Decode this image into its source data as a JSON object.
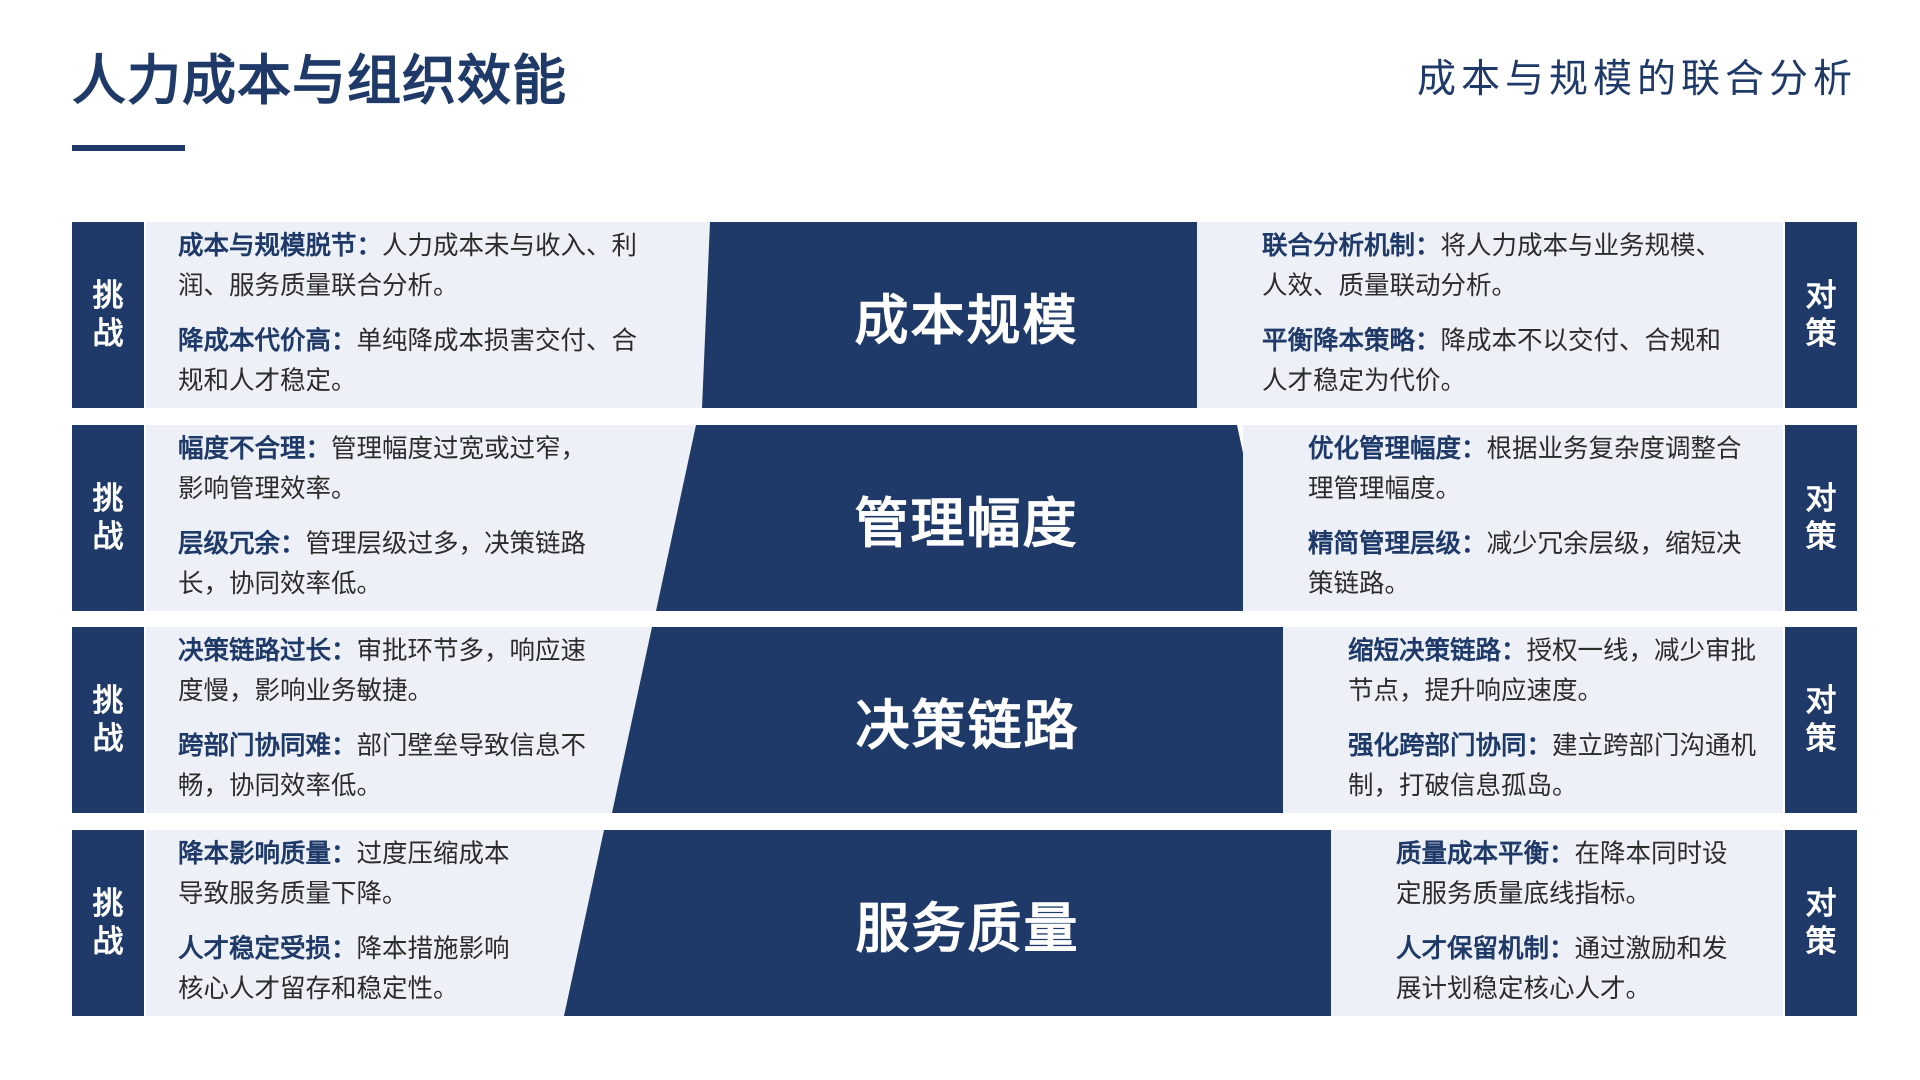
{
  "header": {
    "title": "人力成本与组织效能",
    "subtitle": "成本与规模的联合分析"
  },
  "colors": {
    "primary": "#1f3a68",
    "panel": "#edf1f7",
    "accent_text": "#1f3a68"
  },
  "rows": [
    {
      "center": "成本规模",
      "left_label": "挑战",
      "right_label": "对策",
      "challenges": [
        {
          "title": "成本与规模脱节：",
          "text": "人力成本未与收入、利润、服务质量联合分析。"
        },
        {
          "title": "降成本代价高：",
          "text": "单纯降成本损害交付、合规和人才稳定。"
        }
      ],
      "solutions": [
        {
          "title": "联合分析机制：",
          "text": "将人力成本与业务规模、人效、质量联动分析。"
        },
        {
          "title": "平衡降本策略：",
          "text": "降成本不以交付、合规和人才稳定为代价。"
        }
      ]
    },
    {
      "center": "管理幅度",
      "left_label": "挑战",
      "right_label": "对策",
      "challenges": [
        {
          "title": "幅度不合理：",
          "text": "管理幅度过宽或过窄，影响管理效率。"
        },
        {
          "title": "层级冗余：",
          "text": "管理层级过多，决策链路长，协同效率低。"
        }
      ],
      "solutions": [
        {
          "title": "优化管理幅度：",
          "text": "根据业务复杂度调整合理管理幅度。"
        },
        {
          "title": "精简管理层级：",
          "text": "减少冗余层级，缩短决策链路。"
        }
      ]
    },
    {
      "center": "决策链路",
      "left_label": "挑战",
      "right_label": "对策",
      "challenges": [
        {
          "title": "决策链路过长：",
          "text": "审批环节多，响应速度慢，影响业务敏捷。"
        },
        {
          "title": "跨部门协同难：",
          "text": "部门壁垒导致信息不畅，协同效率低。"
        }
      ],
      "solutions": [
        {
          "title": "缩短决策链路：",
          "text": "授权一线，减少审批节点，提升响应速度。"
        },
        {
          "title": "强化跨部门协同：",
          "text": "建立跨部门沟通机制，打破信息孤岛。"
        }
      ]
    },
    {
      "center": "服务质量",
      "left_label": "挑战",
      "right_label": "对策",
      "challenges": [
        {
          "title": "降本影响质量：",
          "text": "过度压缩成本导致服务质量下降。"
        },
        {
          "title": "人才稳定受损：",
          "text": "降本措施影响核心人才留存和稳定性。"
        }
      ],
      "solutions": [
        {
          "title": "质量成本平衡：",
          "text": "在降本同时设定服务质量底线指标。"
        },
        {
          "title": "人才保留机制：",
          "text": "通过激励和发展计划稳定核心人才。"
        }
      ]
    }
  ]
}
